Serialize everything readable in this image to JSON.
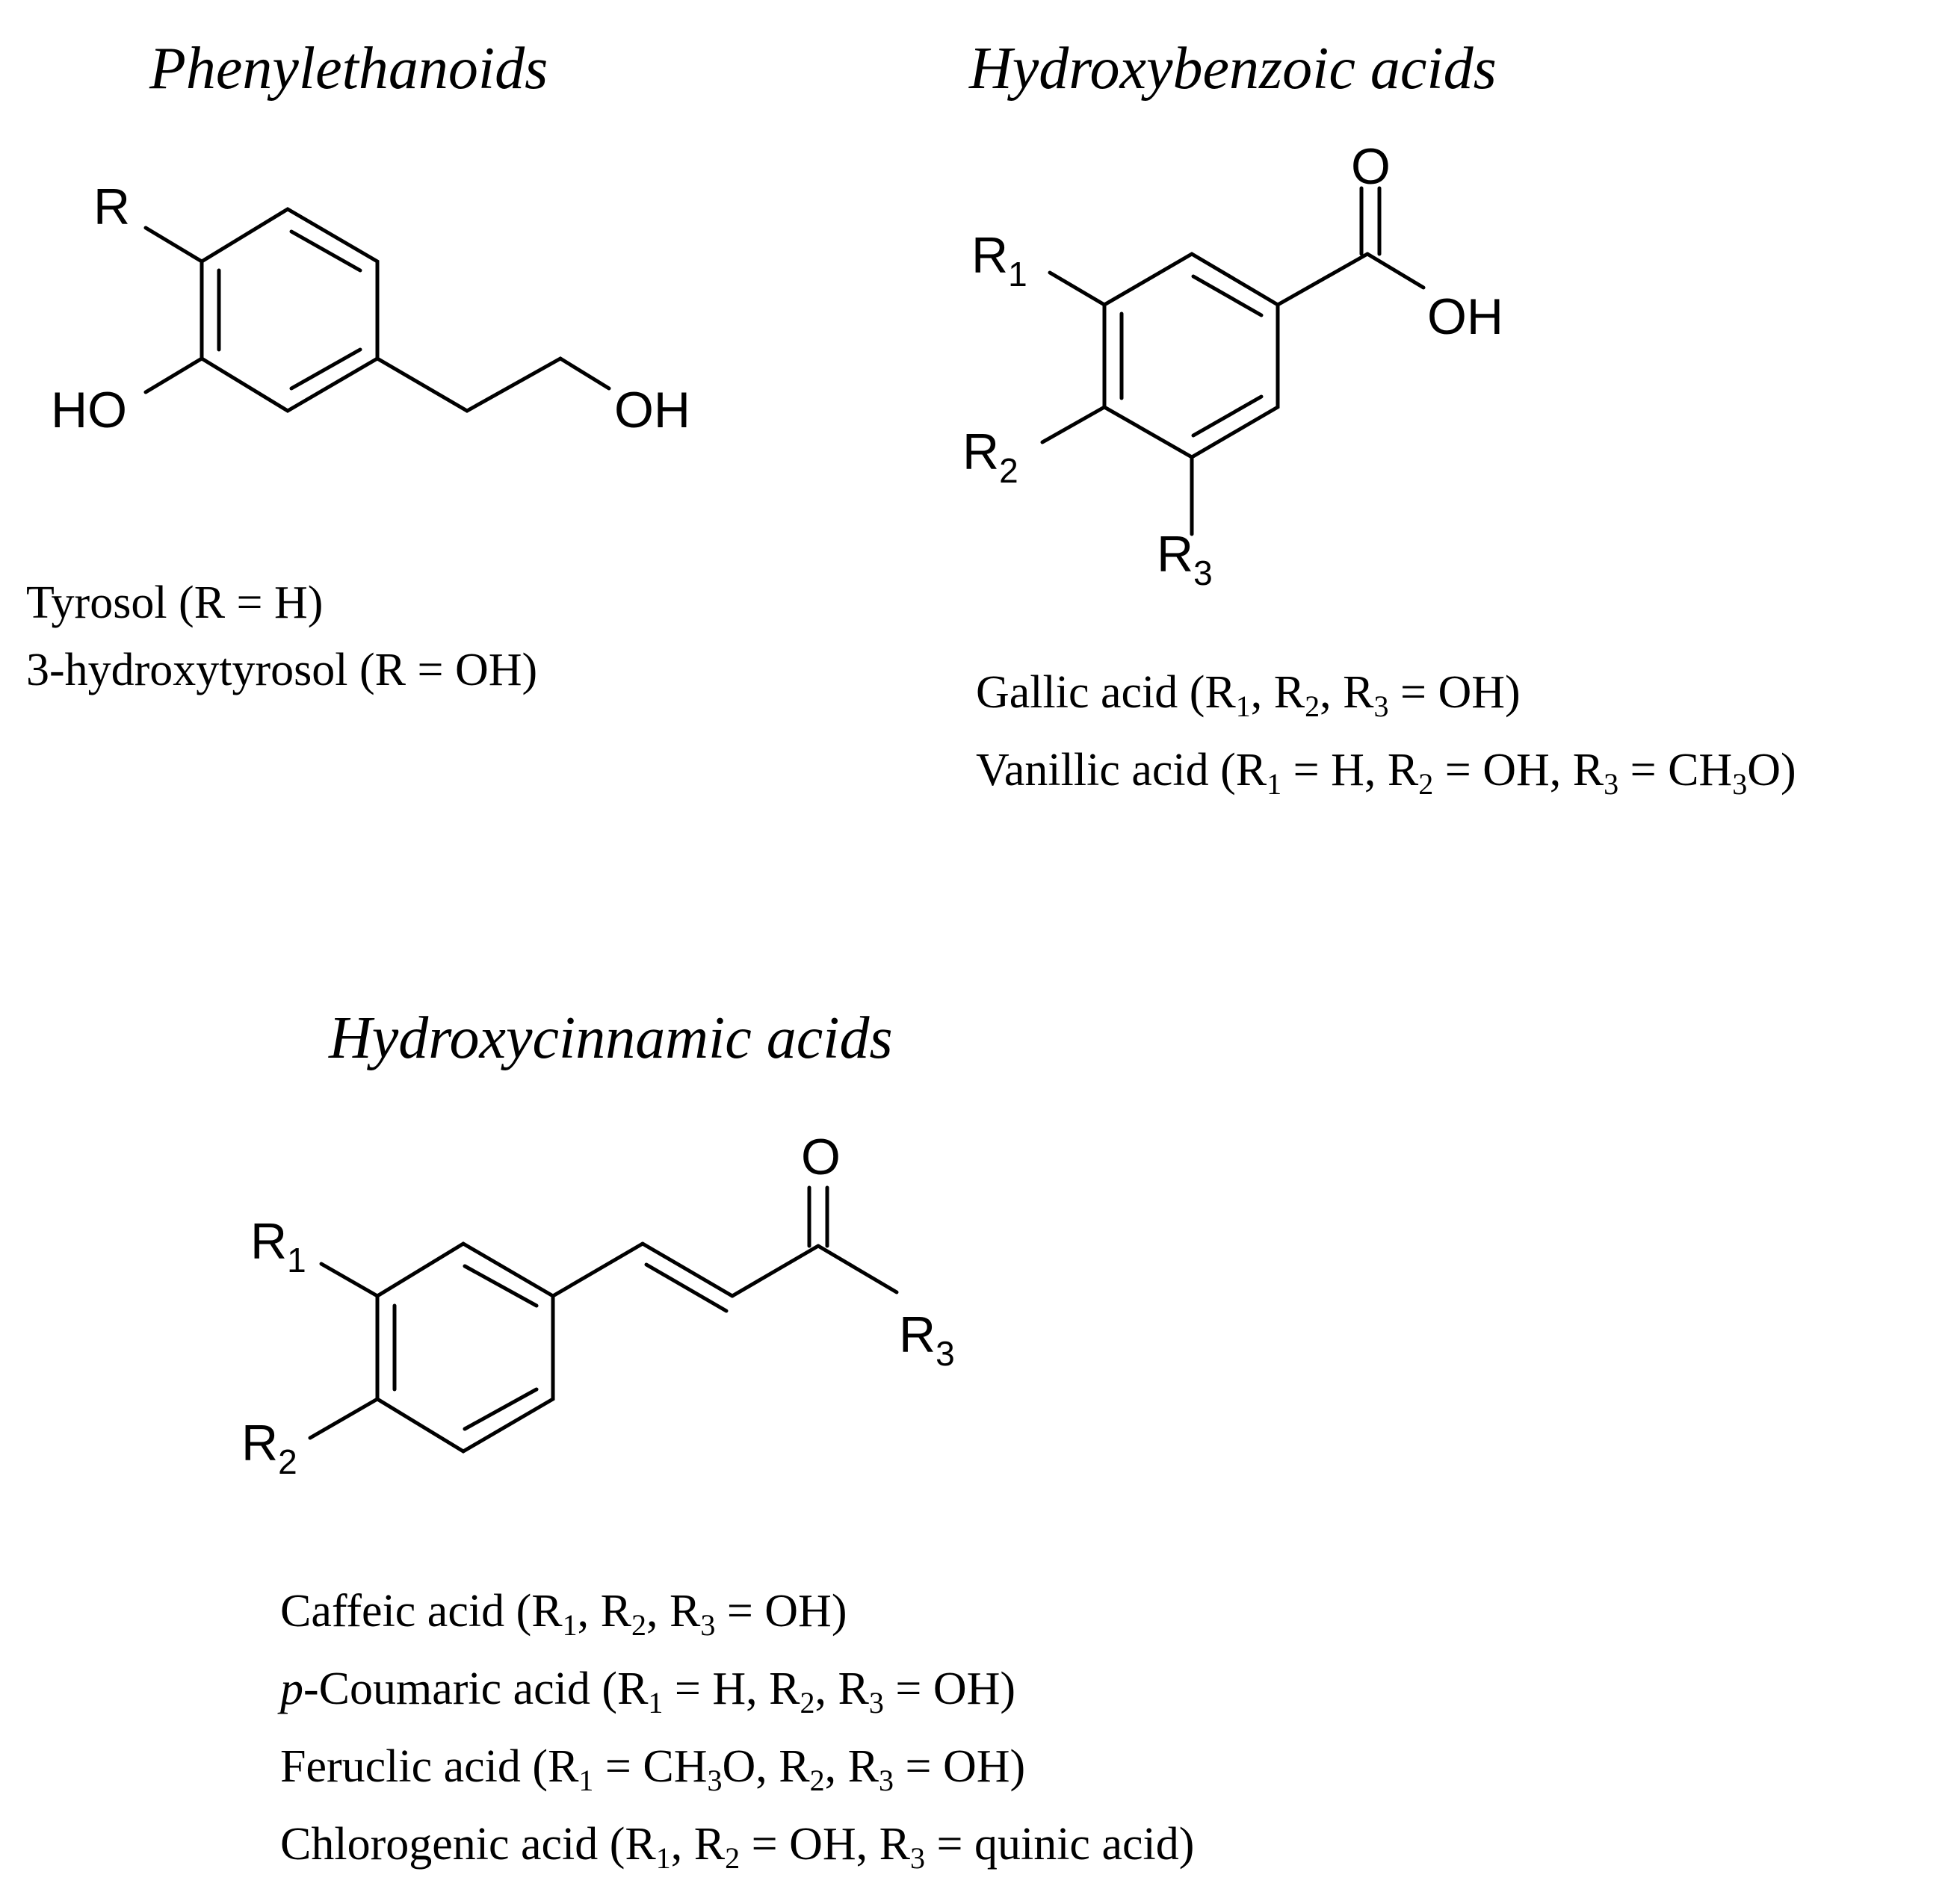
{
  "sections": {
    "phenylethanoids": {
      "title": "Phenylethanoids",
      "atoms": {
        "r": "R",
        "ho": "HO",
        "oh": "OH"
      },
      "captions": {
        "tyrosol": {
          "name": "Tyrosol",
          "detail": "(R = H)"
        },
        "hydroxytyrosol": {
          "name": "3-hydroxytyrosol",
          "detail": "(R = OH)"
        }
      }
    },
    "hydroxybenzoic": {
      "title": "Hydroxybenzoic acids",
      "atoms": {
        "r": "R",
        "sub1": "1",
        "sub2": "2",
        "sub3": "3",
        "o": "O",
        "oh": "OH"
      },
      "captions": {
        "gallic": {
          "name": "Gallic acid",
          "r": "R",
          "s1": "1",
          "s2": "2",
          "s3": "3",
          "eq": "= OH"
        },
        "vanillic": {
          "name": "Vanillic acid",
          "r": "R",
          "s1": "1",
          "s2": "2",
          "s3": "3",
          "v1": "= H",
          "v2": "= OH",
          "v3a": "= CH",
          "v3b": "3",
          "v3c": "O"
        }
      }
    },
    "hydroxycinnamic": {
      "title": "Hydroxycinnamic acids",
      "atoms": {
        "r": "R",
        "sub1": "1",
        "sub2": "2",
        "sub3": "3",
        "o": "O"
      },
      "captions": {
        "caffeic": {
          "name": "Caffeic acid",
          "r": "R",
          "s1": "1",
          "s2": "2",
          "s3": "3",
          "eq": "= OH"
        },
        "coumaric": {
          "prefix": "p",
          "name": "-Coumaric acid",
          "r": "R",
          "s1": "1",
          "s2": "2",
          "s3": "3",
          "v1": "= H",
          "v23": "= OH"
        },
        "feruclic": {
          "name": "Feruclic acid",
          "r": "R",
          "s1": "1",
          "s2": "2",
          "s3": "3",
          "v1a": "= CH",
          "v1b": "3",
          "v1c": "O",
          "v23": "= OH"
        },
        "chlorogenic": {
          "name": "Chlorogenic acid",
          "r": "R",
          "s1": "1",
          "s2": "2",
          "s3": "3",
          "v12": "= OH",
          "v3": "= quinic acid"
        }
      }
    }
  }
}
